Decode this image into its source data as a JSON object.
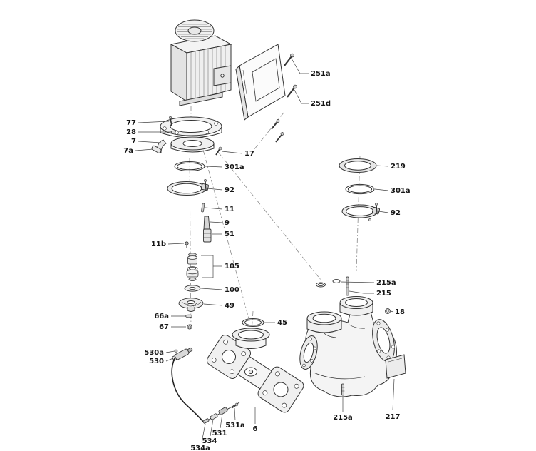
{
  "colors": {
    "ink": "#333333",
    "background": "#ffffff",
    "axis": "#8a8a8a"
  },
  "callouts": {
    "c251a": "251a",
    "c251d": "251d",
    "c77": "77",
    "c28": "28",
    "c7": "7",
    "c7a": "7a",
    "c17": "17",
    "c301a_left": "301a",
    "c92_left": "92",
    "c11": "11",
    "c9": "9",
    "c51": "51",
    "c11b": "11b",
    "c105": "105",
    "c100": "100",
    "c49": "49",
    "c66a": "66a",
    "c67": "67",
    "c45": "45",
    "c219": "219",
    "c301a_right": "301a",
    "c92_right": "92",
    "c215a_top": "215a",
    "c215": "215",
    "c18": "18",
    "c215a_bottom": "215a",
    "c217": "217",
    "c530a": "530a",
    "c530": "530",
    "c534a": "534a",
    "c534": "534",
    "c531": "531",
    "c531a": "531a",
    "c6": "6"
  }
}
